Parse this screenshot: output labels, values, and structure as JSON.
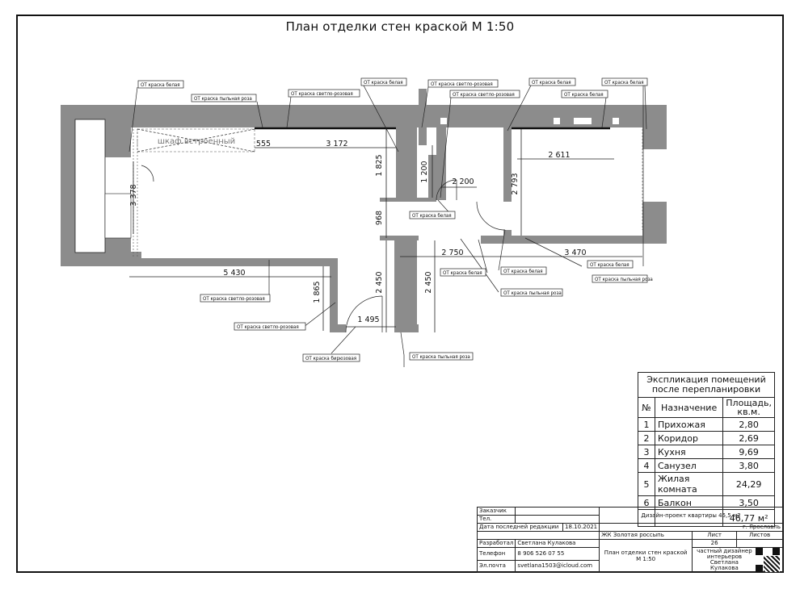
{
  "title": "План отделки стен краской М 1:50",
  "plan": {
    "wardrobe_label": "шкаф встроенный",
    "dimensions": [
      "555",
      "3 172",
      "1 825",
      "1 200",
      "2 200",
      "2 793",
      "2 611",
      "3 378",
      "968",
      "2 750",
      "3 470",
      "5 430",
      "1 865",
      "2 450",
      "2 450",
      "1 495"
    ],
    "paint_tags": [
      "ОТ краска белая",
      "ОТ краска пыльная роза",
      "ОТ краска светло-розовая",
      "ОТ краска белая",
      "ОТ краска светло-розовая",
      "ОТ краска светло-розовая",
      "ОТ краска белая",
      "ОТ краска белая",
      "ОТ краска белая",
      "ОТ краска белая",
      "ОТ краска белая",
      "ОТ краска белая",
      "ОТ краска пыльная роза",
      "ОТ краска пыльная роза",
      "ОТ краска белая",
      "ОТ краска светло-розовая",
      "ОТ краска светло-розовая",
      "ОТ краска бирюзовая",
      "ОТ краска пыльная роза"
    ]
  },
  "explication": {
    "title": "Экспликация помещений после перепланировки",
    "headers": [
      "№",
      "Назначение",
      "Площадь, кв.м."
    ],
    "rows": [
      [
        "1",
        "Прихожая",
        "2,80"
      ],
      [
        "2",
        "Коридор",
        "2,69"
      ],
      [
        "3",
        "Кухня",
        "9,69"
      ],
      [
        "4",
        "Санузел",
        "3,80"
      ],
      [
        "5",
        "Жилая комната",
        "24,29"
      ],
      [
        "6",
        "Балкон",
        "3,50"
      ]
    ],
    "total": "46,77 м²"
  },
  "stamp": {
    "customer_label": "Заказчик",
    "phone_label": "Тел.",
    "last_edit_label": "Дата последней редакции",
    "last_edit_date": "18.10.2021",
    "project": "Дизайн-проект квартиры 45,5 м2",
    "city": "г. Ярославль",
    "complex": "ЖК Золотая россыпь",
    "sheet_label": "Лист",
    "sheets_label": "Листов",
    "sheet_number": "26",
    "developer_label": "Разработал",
    "developer": "Светлана Кулакова",
    "telephone_label": "Телефон",
    "telephone": "8 906 526 07 55",
    "email_label": "Эл.почта",
    "email": "svetlana1503@icloud.com",
    "drawing_title": "План отделки стен краской М 1:50",
    "designer": "частный дизайнер интерьеров Светлана Кулакова"
  }
}
